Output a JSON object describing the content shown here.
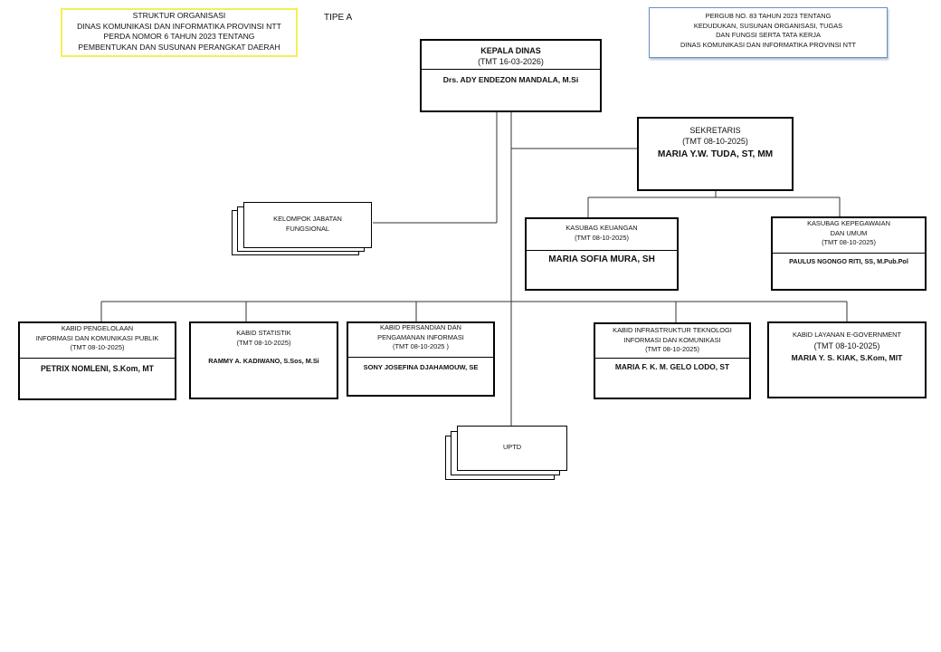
{
  "notes": {
    "left": {
      "lines": [
        "STRUKTUR ORGANISASI",
        "DINAS KOMUNIKASI DAN INFORMATIKA PROVINSI NTT",
        "PERDA NOMOR 6 TAHUN 2023 TENTANG",
        "PEMBENTUKAN DAN SUSUNAN PERANGKAT DAERAH"
      ]
    },
    "type_label": "TIPE A",
    "right": {
      "lines": [
        "PERGUB NO.  83  TAHUN 2023 TENTANG",
        "KEDUDUKAN, SUSUNAN ORGANISASI, TUGAS",
        "DAN FUNGSI SERTA TATA KERJA",
        "DINAS KOMUNIKASI DAN INFORMATIKA PROVINSI NTT"
      ]
    }
  },
  "kepala": {
    "title": "KEPALA DINAS",
    "tmt": "(TMT 16-03-2026)",
    "name": "Drs. ADY ENDEZON  MANDALA, M.Si"
  },
  "sekretaris": {
    "title": "SEKRETARIS",
    "tmt": "(TMT 08-10-2025)",
    "name": "MARIA Y.W. TUDA, ST, MM"
  },
  "kasubag_keuangan": {
    "title": "KASUBAG KEUANGAN",
    "tmt": "(TMT 08-10-2025)",
    "name": "MARIA SOFIA MURA, SH"
  },
  "kasubag_kepegawaian": {
    "title1": "KASUBAG KEPEGAWAIAN",
    "title2": "DAN UMUM",
    "tmt": "(TMT 08-10-2025)",
    "name": "PAULUS NGONGO RITI, SS, M.Pub.Pol"
  },
  "fungsional": {
    "line1": "KELOMPOK JABATAN",
    "line2": "FUNGSIONAL"
  },
  "uptd": {
    "label": "UPTD"
  },
  "kabid": {
    "pengelolaan": {
      "line1": "KABID PENGELOLAAN",
      "line2": "INFORMASI  DAN KOMUNIKASI PUBLIK",
      "tmt": "(TMT  08-10-2025)",
      "name": "PETRIX NOMLENI, S.Kom, MT"
    },
    "statistik": {
      "line1": "KABID STATISTIK",
      "tmt": "(TMT  08-10-2025)",
      "name": "RAMMY A. KADIWANO, S.Sos, M.Si"
    },
    "persandian": {
      "line1": "KABID PERSANDIAN DAN",
      "line2": "PENGAMANAN INFORMASI",
      "tmt": "(TMT 08-10-2025 )",
      "name": "SONY JOSEFINA DJAHAMOUW, SE"
    },
    "infrastruktur": {
      "line1": "KABID INFRASTRUKTUR TEKNOLOGI",
      "line2": "INFORMASI DAN KOMUNIKASI",
      "tmt": "(TMT 08-10-2025)",
      "name": "MARIA F. K. M. GELO LODO, ST"
    },
    "egov": {
      "line1": "KABID LAYANAN E-GOVERNMENT",
      "tmt": "(TMT 08-10-2025)",
      "name": "MARIA Y. S. KIAK, S.Kom, MIT"
    }
  }
}
